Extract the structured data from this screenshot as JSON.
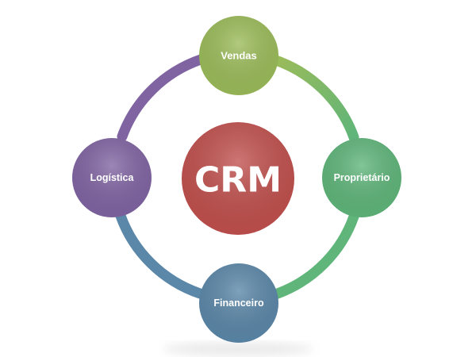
{
  "diagram": {
    "center": {
      "label": "CRM",
      "color": "#c0504d"
    },
    "nodes": [
      {
        "id": "vendas",
        "label": "Vendas",
        "color": "#9bbb59"
      },
      {
        "id": "proprietario",
        "label": "Proprietário",
        "color": "#5fb57a"
      },
      {
        "id": "financeiro",
        "label": "Financeiro",
        "color": "#5b87a8"
      },
      {
        "id": "logistica",
        "label": "Logística",
        "color": "#8064a2"
      }
    ],
    "arcs": [
      {
        "from": "vendas",
        "to": "proprietario",
        "color_start": "#9bbb59",
        "color_end": "#5fb57a"
      },
      {
        "from": "proprietario",
        "to": "financeiro",
        "color_start": "#5fb57a",
        "color_end": "#5fb57a"
      },
      {
        "from": "financeiro",
        "to": "logistica",
        "color_start": "#5b87a8",
        "color_end": "#5b87a8"
      },
      {
        "from": "logistica",
        "to": "vendas",
        "color_start": "#8064a2",
        "color_end": "#8064a2"
      }
    ]
  }
}
